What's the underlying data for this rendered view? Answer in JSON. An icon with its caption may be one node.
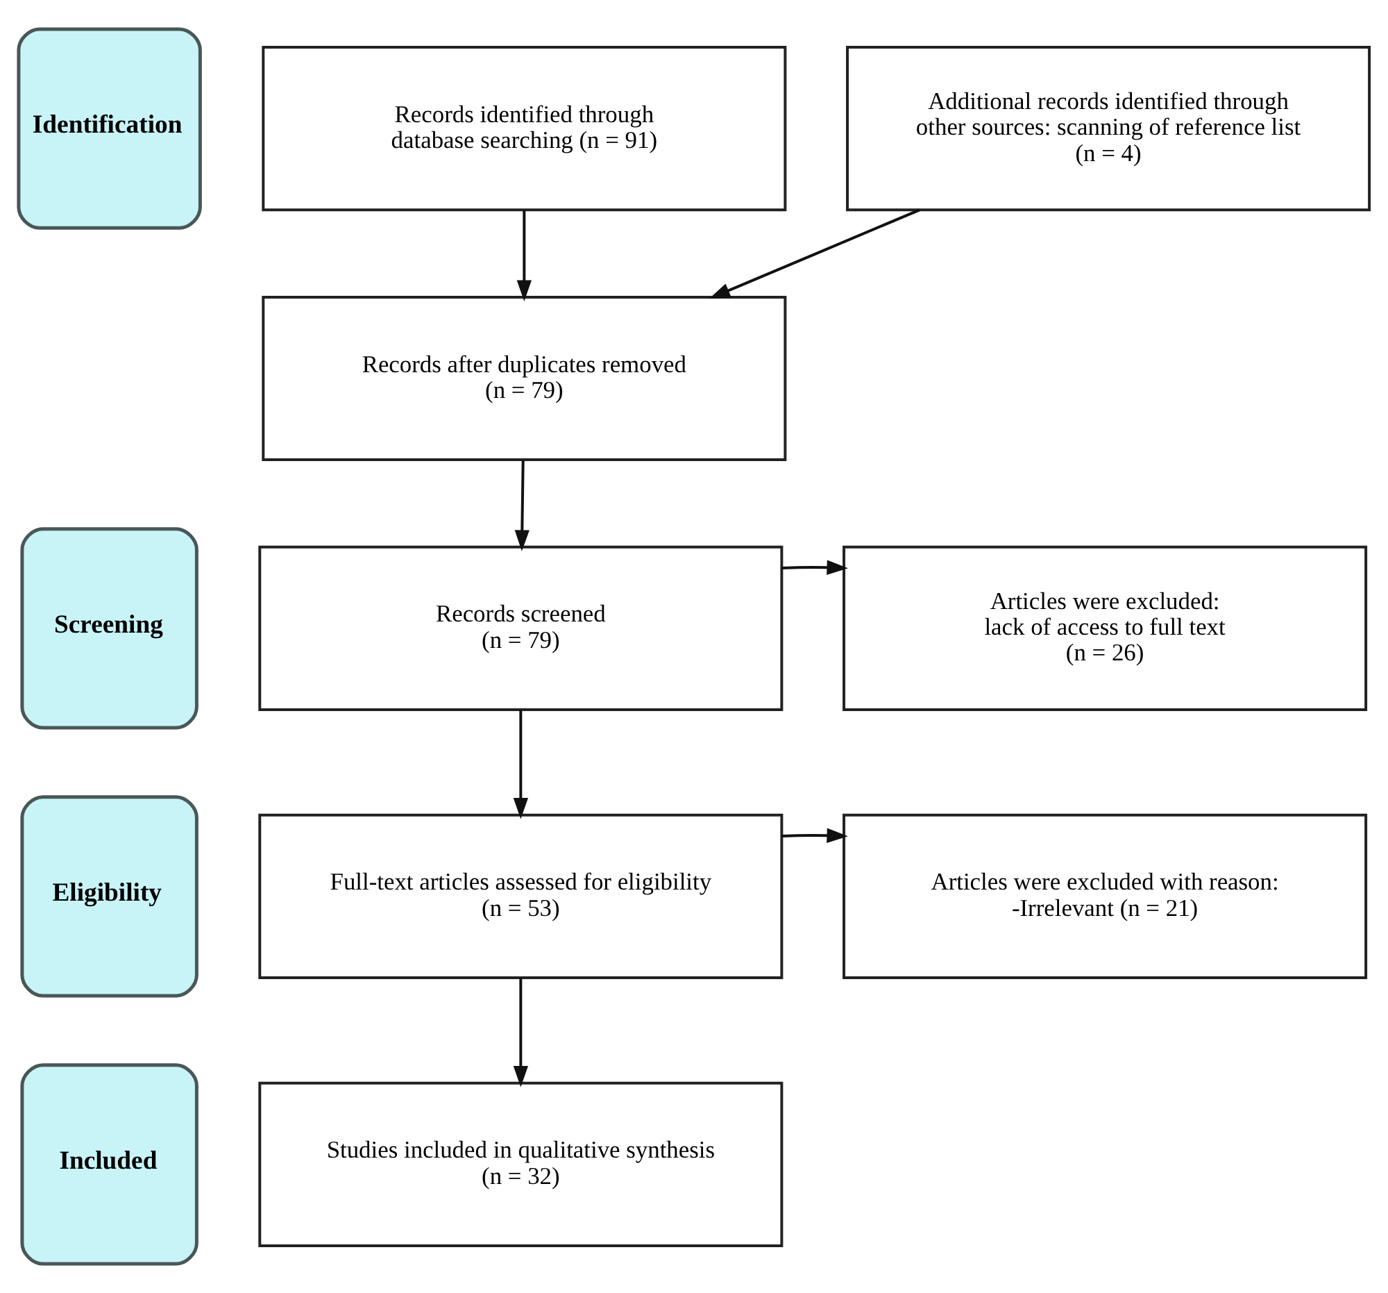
{
  "diagram": {
    "nodes": [
      {
        "text": [
          "Identification"
        ]
      },
      {
        "text": [
          "Records identified through database searching (n = 91)"
        ]
      },
      {
        "text": [
          "Additional records identified through other sources: scanning of reference list (n = 4)"
        ]
      },
      {
        "text": [
          "Screening"
        ]
      },
      {
        "text": [
          "Records after duplicates removed (n = 79)"
        ]
      },
      {
        "text": [
          "Records screened (n = 79)"
        ]
      },
      {
        "text": [
          "Articles were excluded: lack of access to full text (n = 26)"
        ]
      },
      {
        "text": [
          "Eligibility"
        ]
      },
      {
        "text": [
          "Full-text articles assessed for eligibility (n = 53)"
        ]
      },
      {
        "text": [
          "Articles were excluded with reason: -Irrelevant (n = 21)"
        ]
      },
      {
        "text": [
          "Included"
        ]
      },
      {
        "text": [
          "Studies included in qualitative synthesis (n = 32)"
        ]
      }
    ],
    "edges": [
      {
        "from": 1,
        "to": 4,
        "arrow": "to"
      },
      {
        "from": 2,
        "to": 4,
        "arrow": "to"
      },
      {
        "from": 4,
        "to": 5,
        "arrow": "to"
      },
      {
        "from": 5,
        "to": 6,
        "arrow": "to"
      },
      {
        "from": 5,
        "to": 8,
        "arrow": "to"
      },
      {
        "from": 8,
        "to": 9,
        "arrow": "to"
      },
      {
        "from": 8,
        "to": 11,
        "arrow": "to"
      }
    ]
  }
}
